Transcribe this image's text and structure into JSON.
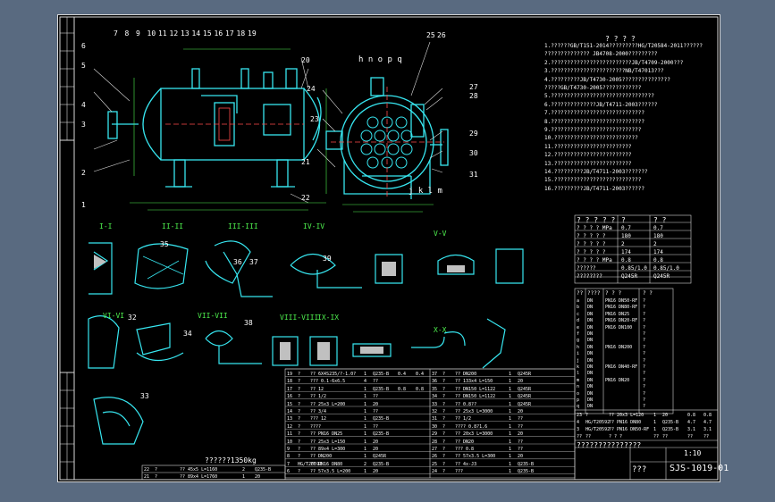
{
  "colors": {
    "background": "#596a80",
    "sheet": "#000000",
    "outline": "#37e6f0",
    "text": "#ffffff",
    "dimension": "#4ef04e",
    "hidden": "#ff4a4a"
  },
  "balloons_top": [
    "7",
    "8",
    "9",
    "10",
    "11",
    "12",
    "13",
    "14",
    "15",
    "16",
    "17",
    "18",
    "19"
  ],
  "balloons_left": [
    "6",
    "5",
    "4",
    "3",
    "2",
    "1"
  ],
  "balloons_right": [
    "20",
    "21",
    "22"
  ],
  "balloons_side": [
    "25",
    "26",
    "27",
    "28",
    "29",
    "30",
    "31",
    "24",
    "23"
  ],
  "side_letters": "h n o p q",
  "side_bottom_letters": "j k l m",
  "section_labels": [
    "I-I",
    "II-II",
    "III-III",
    "IV-IV",
    "V-V",
    "VI-VI",
    "VII-VII",
    "VIII-VIII",
    "IX-IX",
    "X-X"
  ],
  "section_balloons": [
    "32",
    "33",
    "34",
    "35",
    "36",
    "37",
    "38",
    "39"
  ],
  "notes_title": "? ? ? ?",
  "notes": [
    "1.??????GB/T151-2014?????????HG/T20584-2011??????",
    "  ?????????????? JB4708-2000?????????",
    "2.?????????????????????????JB/T4709-2000???",
    "3.???????????????????????NB/T47013???",
    "4.?????????JB/T4730-2005???????????????",
    "  ?????GB/T4730-2005????????????",
    "5.????????????????????????????????",
    "6.??????????????JB/T4711-2003??????",
    "7.?????????????????????????????",
    "8.?????????????????????????????",
    "9.????????????????????????????",
    "10.??????????????????????????",
    "11.????????????????????????",
    "12.????????????????????????",
    "13.????????????????????????",
    "14.?????????JB/T4711-2003???????",
    "15.???????????????????????????",
    "16.?????????JB/T4711-2003??????"
  ],
  "tech_table": {
    "header": [
      "? ? ? ? ?",
      "?",
      "? ?"
    ],
    "rows": [
      [
        "? ? ? ?  MPa",
        "0.7",
        "0.7"
      ],
      [
        "? ? ? ?  ?",
        "180",
        "180"
      ],
      [
        "? ? ? ?  ?",
        "2",
        "2"
      ],
      [
        "? ? ? ?  ?",
        "174",
        "174"
      ],
      [
        "? ? ? ?  MPa",
        "0.8",
        "0.8"
      ],
      [
        "??????",
        "0.85/1.0",
        "0.85/1.0"
      ],
      [
        "????????",
        "Q245R",
        "Q245R"
      ]
    ]
  },
  "nozzle_table": {
    "header": [
      "??",
      "????",
      "? ? ?",
      "? ?"
    ],
    "rows": [
      [
        "a",
        "DN",
        "PN16 DN50-RF",
        "?"
      ],
      [
        "b",
        "DN",
        "PN16 DN80-RF",
        "?"
      ],
      [
        "c",
        "DN",
        "PN16 DN25",
        "?"
      ],
      [
        "d",
        "DN",
        "PN16 DN20-RF",
        "?"
      ],
      [
        "e",
        "DN",
        "PN16 DN100",
        "?"
      ],
      [
        "f",
        "DN",
        "",
        "?"
      ],
      [
        "g",
        "DN",
        "",
        "?"
      ],
      [
        "h",
        "DN",
        "PN16 DN200",
        "?"
      ],
      [
        "i",
        "DN",
        "",
        "?"
      ],
      [
        "j",
        "DN",
        "",
        "?"
      ],
      [
        "k",
        "DN",
        "PN16 DN40-RF",
        "?"
      ],
      [
        "l",
        "DN",
        "",
        "?"
      ],
      [
        "m",
        "DN",
        "PN16 DN20",
        "?"
      ],
      [
        "n",
        "DN",
        "",
        "?"
      ],
      [
        "o",
        "DN",
        "",
        "?"
      ],
      [
        "p",
        "DN",
        "",
        "?"
      ],
      [
        "q",
        "DN",
        "",
        "?"
      ]
    ]
  },
  "bom_left": {
    "rows": [
      [
        "19",
        "?",
        "?? 6X4S235/?-1.0?",
        "1",
        "Q235-B",
        "0.4",
        "0.4"
      ],
      [
        "18",
        "?",
        "??? 0.1-6x6.5",
        "4",
        "??",
        "",
        ""
      ],
      [
        "17",
        "?",
        "?? 12",
        "1",
        "Q235-B",
        "0.8",
        "0.8"
      ],
      [
        "16",
        "?",
        "?? 1/2",
        "1",
        "??",
        "",
        ""
      ],
      [
        "15",
        "?",
        "?? 25x3 L=200",
        "1",
        "20",
        "",
        ""
      ],
      [
        "14",
        "?",
        "?? 3/4",
        "1",
        "??",
        "",
        ""
      ],
      [
        "13",
        "?",
        "??? 12",
        "1",
        "Q235-B",
        "",
        ""
      ],
      [
        "12",
        "?",
        "????",
        "1",
        "??",
        "",
        ""
      ],
      [
        "11",
        "?",
        "?? PN16 DN25",
        "1",
        "Q235-B",
        "",
        ""
      ],
      [
        "10",
        "?",
        "?? 25x3 L=150",
        "1",
        "20",
        "",
        ""
      ],
      [
        "9",
        "?",
        "?? 89x4 L=300",
        "1",
        "20",
        "",
        ""
      ],
      [
        "8",
        "?",
        "?? DN200",
        "1",
        "Q245R",
        "",
        ""
      ],
      [
        "7",
        "HG/T20592",
        "?? PN16 DN80",
        "2",
        "Q235-B",
        "",
        ""
      ],
      [
        "6",
        "?",
        "?? 57x3.5 L=200",
        "1",
        "20",
        "",
        ""
      ]
    ],
    "caption": "??????1350kg"
  },
  "bom_right": {
    "rows": [
      [
        "37",
        "?",
        "?? DN200",
        "1",
        "Q245R",
        "",
        ""
      ],
      [
        "36",
        "?",
        "?? 133x4 L=150",
        "1",
        "20",
        "",
        ""
      ],
      [
        "35",
        "?",
        "?? DN150 L=1122",
        "1",
        "Q245R",
        "",
        ""
      ],
      [
        "34",
        "?",
        "?? DN150 L=1122",
        "1",
        "Q245R",
        "",
        ""
      ],
      [
        "33",
        "?",
        "?? 0.8??",
        "1",
        "Q245R",
        "",
        ""
      ],
      [
        "32",
        "?",
        "?? 25x3 L=3000",
        "1",
        "20",
        "",
        ""
      ],
      [
        "31",
        "?",
        "?? 1/2",
        "1",
        "??",
        "",
        ""
      ],
      [
        "30",
        "?",
        "???? 0.8?1.6",
        "1",
        "??",
        "",
        ""
      ],
      [
        "29",
        "?",
        "?? 20x3 L=3000",
        "1",
        "20",
        "",
        ""
      ],
      [
        "28",
        "?",
        "?? DN20",
        "1",
        "??",
        "",
        ""
      ],
      [
        "27",
        "?",
        "??? 0.8",
        "1",
        "??",
        "",
        ""
      ],
      [
        "26",
        "?",
        "?? 57x3.5 L=300",
        "1",
        "20",
        "",
        ""
      ],
      [
        "25",
        "?",
        "?? 4x-J3",
        "1",
        "Q235-B",
        "",
        ""
      ],
      [
        "24",
        "?",
        "???",
        "1",
        "Q235-B",
        "",
        ""
      ]
    ]
  },
  "bottom_bom": [
    [
      "22",
      "?",
      "?? 45x5 L=1160",
      "2",
      "Q235-B"
    ],
    [
      "21",
      "?",
      "?? 89x4 L=1760",
      "1",
      "20"
    ]
  ],
  "title_block": {
    "rows": [
      [
        "23",
        "?",
        "?? 20x3 L=120",
        "1",
        "20",
        "0.8",
        "0.8"
      ],
      [
        "4",
        "HG/T20592",
        "?? PN16 DN80",
        "1",
        "Q235-B",
        "4.7",
        "4.7"
      ],
      [
        "3",
        "HG/T20592",
        "?? PN16 DN50-RF",
        "1",
        "Q235-B",
        "3.1",
        "3.1"
      ]
    ],
    "header": [
      "??",
      "??",
      "? ? ?",
      "??",
      "??",
      "??",
      "??"
    ],
    "company": "???????????????",
    "drawing_name": "???",
    "drawing_no": "SJS-1019-01",
    "scale": "1:10"
  }
}
